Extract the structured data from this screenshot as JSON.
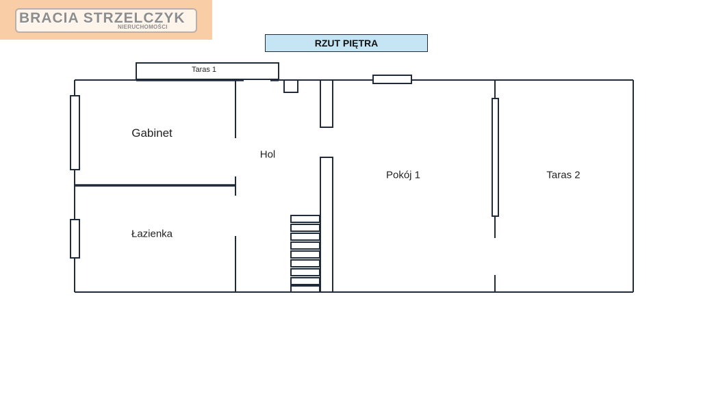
{
  "logo": {
    "title": "BRACIA STRZELCZYK",
    "subtitle": "NIERUCHOMOŚCI",
    "background_color": "#f9cda6"
  },
  "plan": {
    "title": "RZUT PIĘTRA",
    "title_background": "#c5e5f5",
    "wall_color": "#1f2a3a",
    "rooms": {
      "taras1": "Taras 1",
      "gabinet": "Gabinet",
      "hol": "Hol",
      "lazienka": "Łazienka",
      "pokoj1": "Pokój 1",
      "taras2": "Taras 2"
    }
  }
}
